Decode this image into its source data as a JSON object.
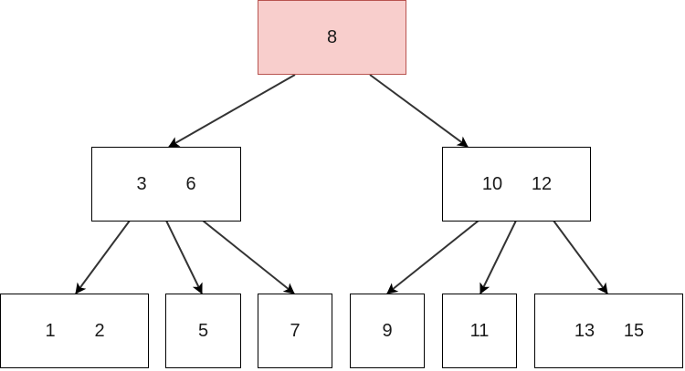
{
  "colors": {
    "root_fill": "#f8cecc",
    "root_border": "#b85450",
    "node_fill": "#ffffff",
    "node_border": "#000000",
    "edge": "#333333",
    "text": "#1a1a1a"
  },
  "tree": {
    "root": {
      "keys": [
        "8"
      ]
    },
    "level1": [
      {
        "keys": [
          "3",
          "6"
        ]
      },
      {
        "keys": [
          "10",
          "12"
        ]
      }
    ],
    "leaves": [
      {
        "keys": [
          "1",
          "2"
        ]
      },
      {
        "keys": [
          "5"
        ]
      },
      {
        "keys": [
          "7"
        ]
      },
      {
        "keys": [
          "9"
        ]
      },
      {
        "keys": [
          "11"
        ]
      },
      {
        "keys": [
          "13",
          "15"
        ]
      }
    ]
  }
}
